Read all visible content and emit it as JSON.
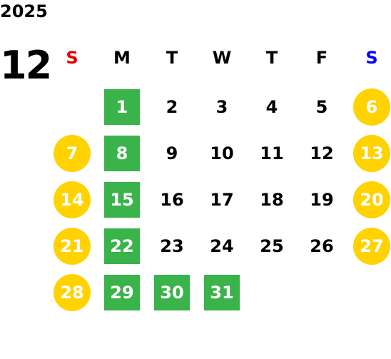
{
  "year": "2025",
  "month": "12",
  "weekdays": [
    "S",
    "M",
    "T",
    "W",
    "T",
    "F",
    "S"
  ],
  "colors": {
    "sunday_header": "#e60000",
    "saturday_header": "#0000ff",
    "weekend_circle": "#ffd200",
    "highlight_square": "#3ab34a"
  },
  "weeks": [
    [
      null,
      {
        "d": "1",
        "style": "square"
      },
      {
        "d": "2"
      },
      {
        "d": "3"
      },
      {
        "d": "4"
      },
      {
        "d": "5"
      },
      {
        "d": "6",
        "style": "circle"
      }
    ],
    [
      {
        "d": "7",
        "style": "circle"
      },
      {
        "d": "8",
        "style": "square"
      },
      {
        "d": "9"
      },
      {
        "d": "10"
      },
      {
        "d": "11"
      },
      {
        "d": "12"
      },
      {
        "d": "13",
        "style": "circle"
      }
    ],
    [
      {
        "d": "14",
        "style": "circle"
      },
      {
        "d": "15",
        "style": "square"
      },
      {
        "d": "16"
      },
      {
        "d": "17"
      },
      {
        "d": "18"
      },
      {
        "d": "19"
      },
      {
        "d": "20",
        "style": "circle"
      }
    ],
    [
      {
        "d": "21",
        "style": "circle"
      },
      {
        "d": "22",
        "style": "square"
      },
      {
        "d": "23"
      },
      {
        "d": "24"
      },
      {
        "d": "25"
      },
      {
        "d": "26"
      },
      {
        "d": "27",
        "style": "circle"
      }
    ],
    [
      {
        "d": "28",
        "style": "circle"
      },
      {
        "d": "29",
        "style": "square"
      },
      {
        "d": "30",
        "style": "square"
      },
      {
        "d": "31",
        "style": "square"
      },
      null,
      null,
      null
    ]
  ]
}
